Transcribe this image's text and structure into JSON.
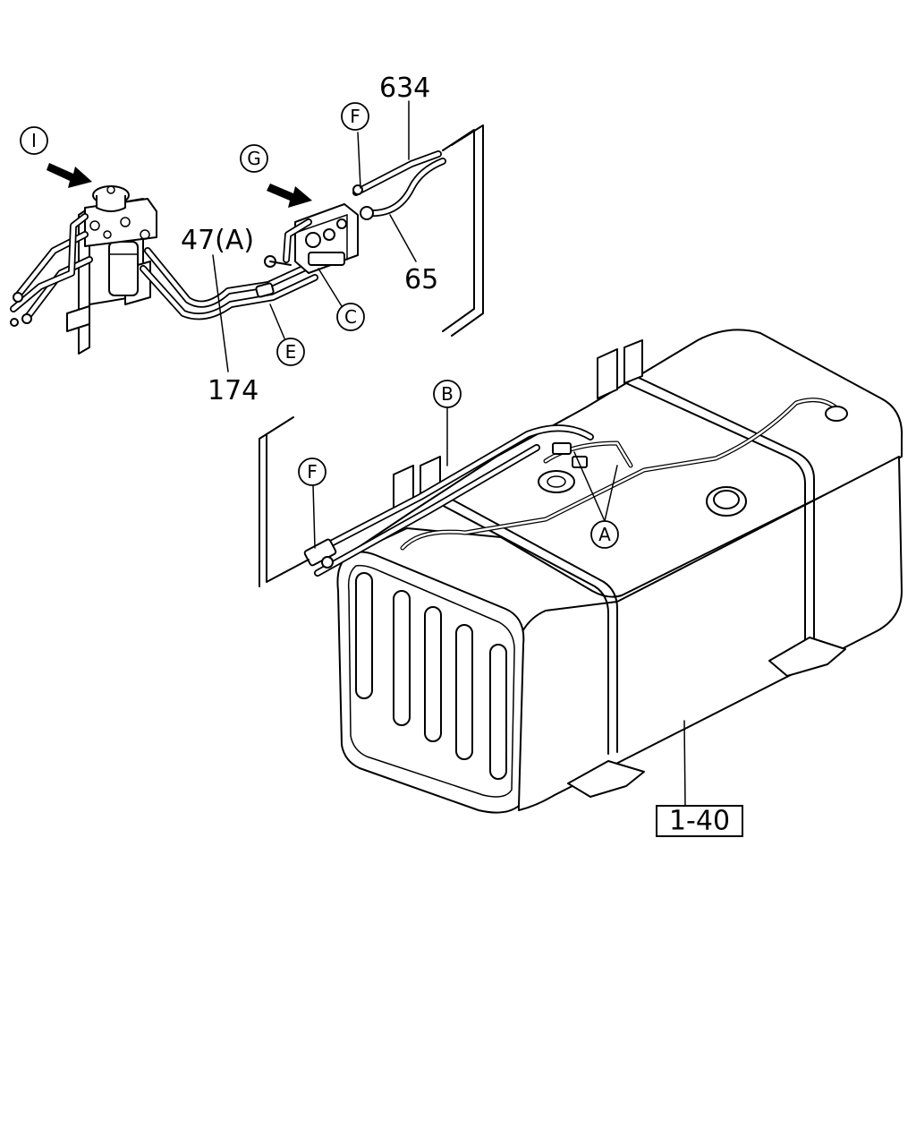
{
  "labels": {
    "part_634": "634",
    "part_47a": "47(A)",
    "part_65": "65",
    "part_174": "174",
    "ref_box": "1-40"
  },
  "callouts": {
    "I": "I",
    "G": "G",
    "F_top": "F",
    "C": "C",
    "E": "E",
    "B": "B",
    "F_left": "F",
    "A": "A"
  }
}
